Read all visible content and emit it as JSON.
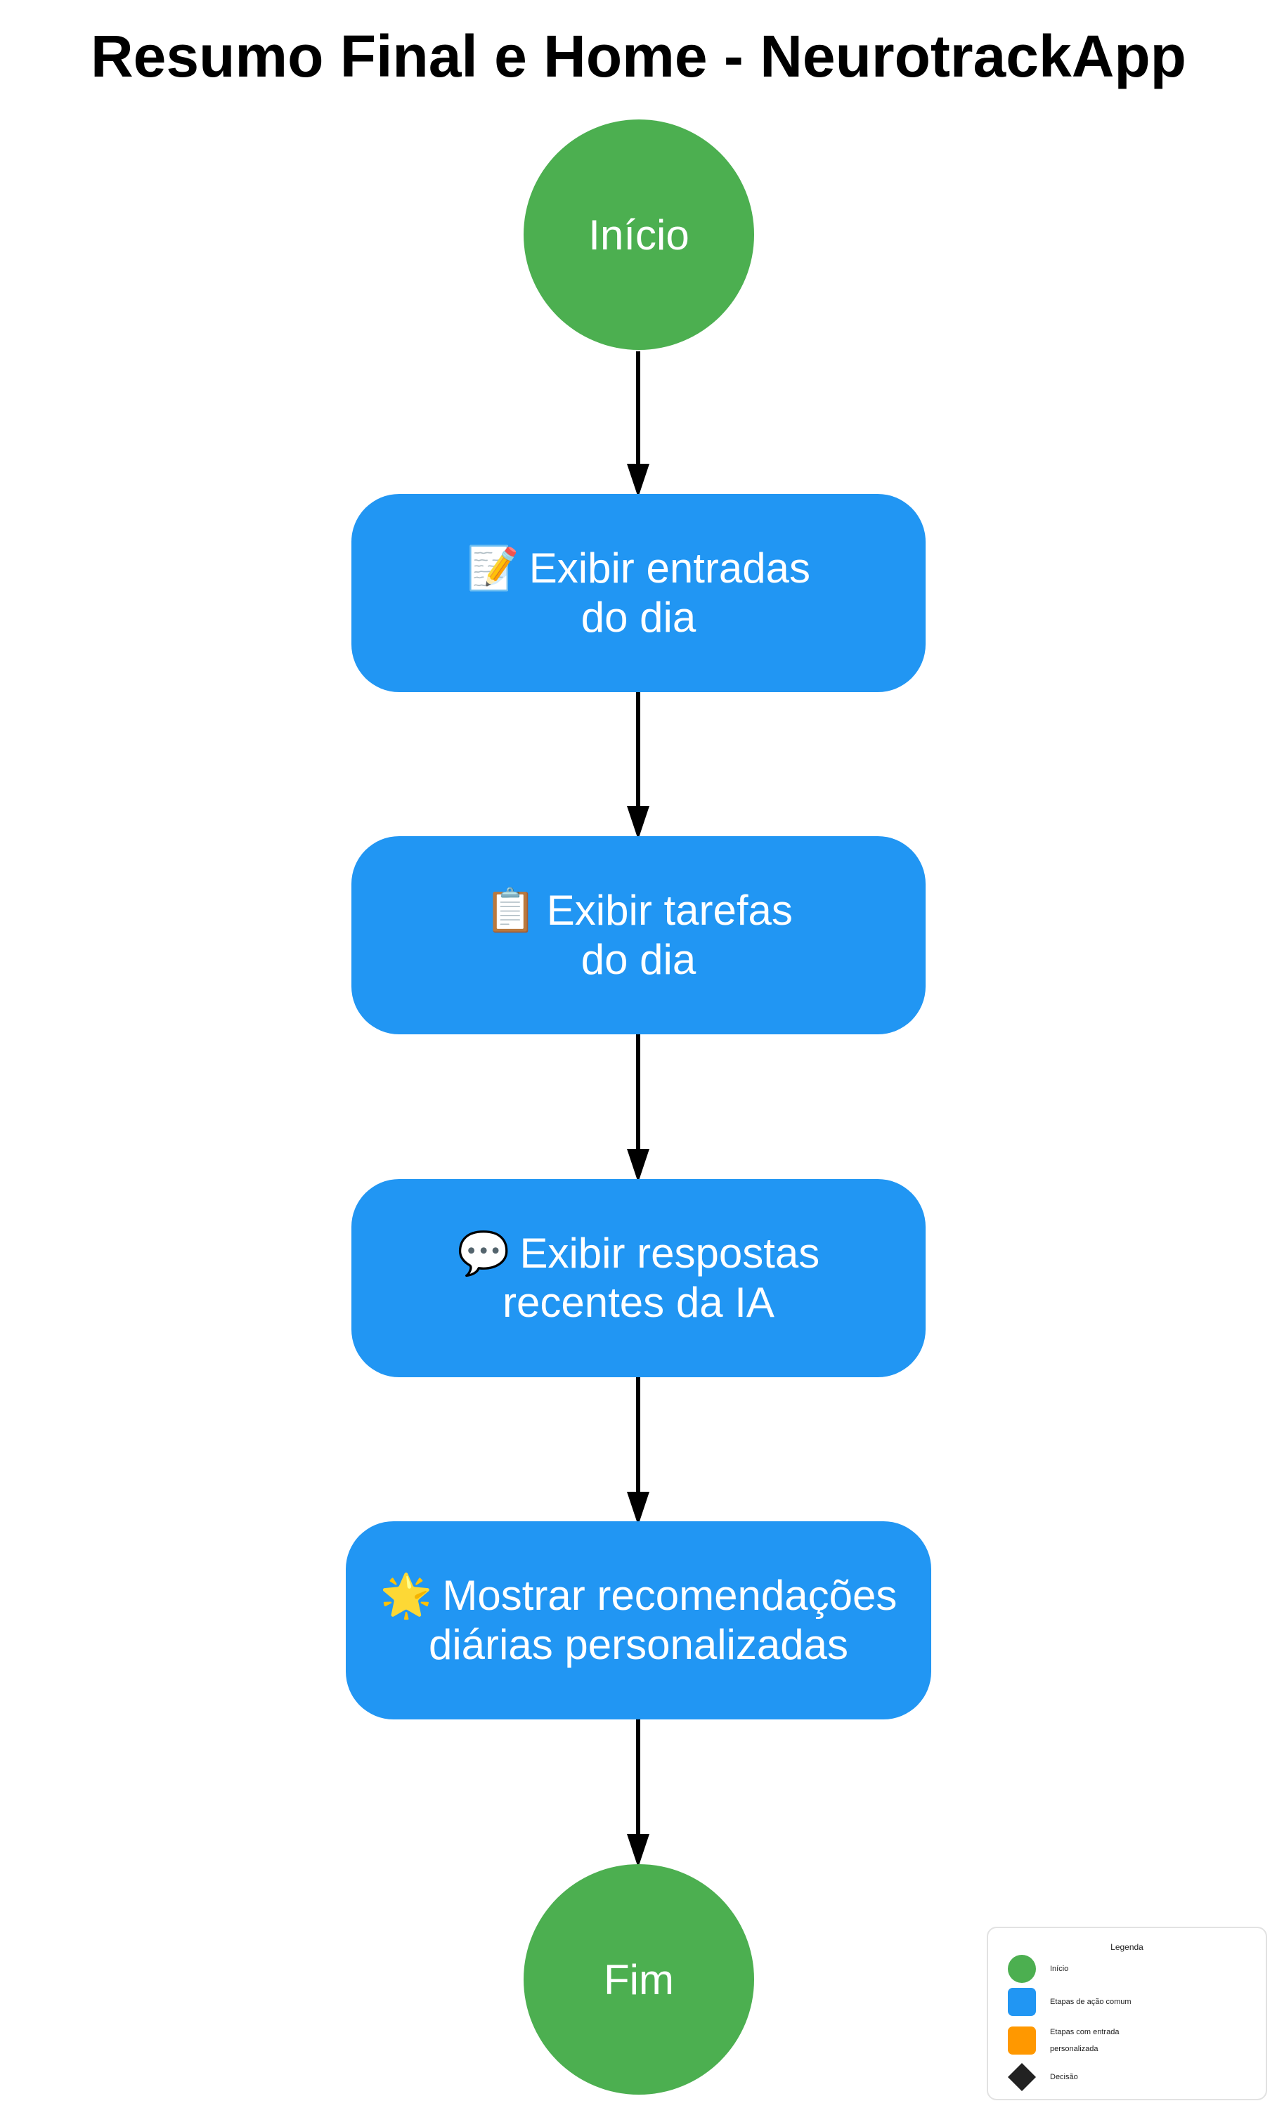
{
  "title": "Resumo Final e Home - NeurotrackApp",
  "colors": {
    "start_end": "#4CAF50",
    "step": "#2196F3",
    "custom_input": "#FF9800",
    "decision": "#222222",
    "arrow": "#000000"
  },
  "nodes": {
    "start": {
      "label": "Início"
    },
    "step1": {
      "icon": "memo-icon",
      "emoji": "📝",
      "line1": "Exibir entradas",
      "line2": "do dia"
    },
    "step2": {
      "icon": "clipboard-icon",
      "emoji": "📋",
      "line1": "Exibir tarefas",
      "line2": "do dia"
    },
    "step3": {
      "icon": "speech-balloon-icon",
      "emoji": "💬",
      "line1": "Exibir respostas",
      "line2": "recentes da IA"
    },
    "step4": {
      "icon": "star-icon",
      "emoji": "🌟",
      "line1": "Mostrar recomendações",
      "line2": "diárias personalizadas"
    },
    "end": {
      "label": "Fim"
    }
  },
  "legend": {
    "title": "Legenda",
    "items": [
      {
        "label": "Início",
        "shape": "circle",
        "color": "#4CAF50"
      },
      {
        "label": "Etapas de ação comum",
        "shape": "rounded-square",
        "color": "#2196F3"
      },
      {
        "label": "Etapas com entrada personalizada",
        "shape": "rounded-square",
        "color": "#FF9800"
      },
      {
        "label": "Decisão",
        "shape": "diamond",
        "color": "#222222"
      }
    ]
  }
}
